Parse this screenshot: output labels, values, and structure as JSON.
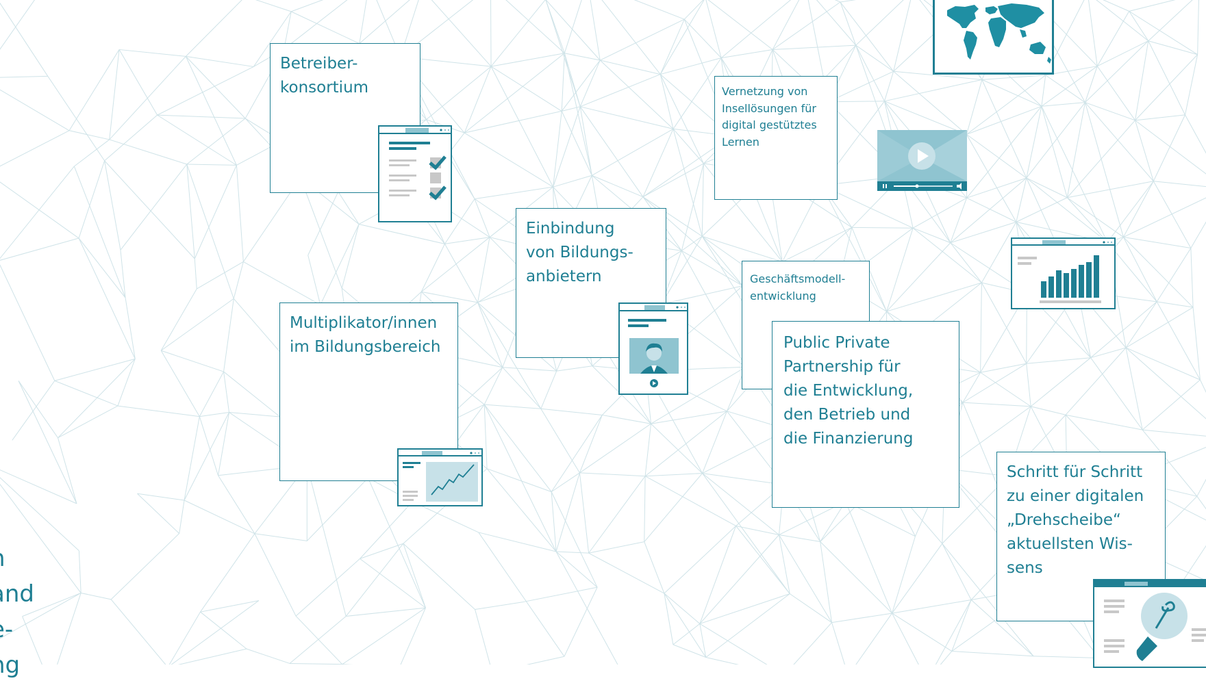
{
  "cards": {
    "betreiber": "Betreiber-\nkonsortium",
    "multiplikator": "Multiplikator/innen\nim Bildungsbereich",
    "einbindung": "Einbindung\nvon Bildungs-\nanbietern",
    "vernetzung": "Vernetzung von\nInsellösungen für\ndigital gestütztes\nLernen",
    "geschaeftsmodell": "Geschäftsmodell-\nentwicklung",
    "ppp": "Public Private\nPartnership für\ndie Entwicklung,\nden Betrieb und\ndie Finanzierung",
    "schritt": "Schritt für Schritt\nzu einer digitalen\n„Drehscheibe“\naktuellsten Wis-\nsens"
  },
  "cut_text": [
    "n",
    "and",
    "e-",
    "ng"
  ],
  "colors": {
    "primary": "#1f7f93",
    "light": "#8fc4d0",
    "pale": "#c7e1e8",
    "grey": "#c8c8c8",
    "lines": "#cfe3e8"
  },
  "icons": {
    "world": "world-map-icon",
    "checklist": "checklist-window-icon",
    "profile": "profile-window-icon",
    "video": "video-player-icon",
    "chart": "bar-chart-window-icon",
    "linechart": "line-chart-window-icon",
    "idea": "lightbulb-window-icon"
  }
}
